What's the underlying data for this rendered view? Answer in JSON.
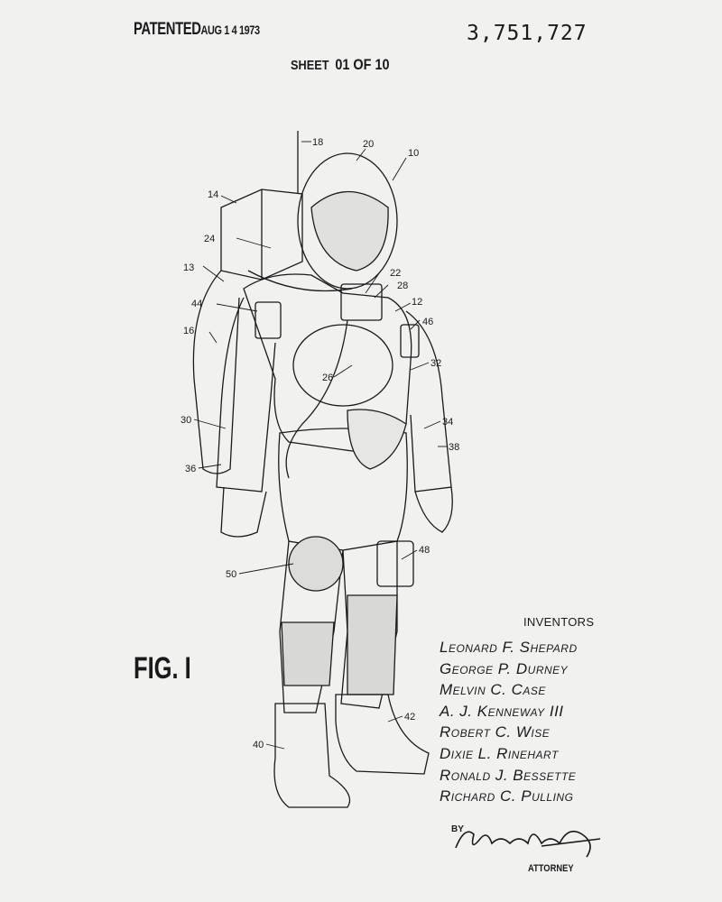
{
  "header": {
    "patented_label": "PATENTED",
    "patented_date": "AUG 1 4 1973",
    "patent_number": "3,751,727",
    "sheet_label": "SHEET",
    "sheet_number": "01 OF 10"
  },
  "figure": {
    "label": "FIG. I",
    "reference_numerals": [
      "18",
      "20",
      "10",
      "14",
      "24",
      "13",
      "22",
      "28",
      "12",
      "44",
      "46",
      "16",
      "26",
      "32",
      "30",
      "34",
      "38",
      "36",
      "48",
      "50",
      "42",
      "40"
    ]
  },
  "inventors": {
    "label": "INVENTORS",
    "names": [
      "Leonard F. Shepard",
      "George P. Durney",
      "Melvin C. Case",
      "A. J. Kenneway III",
      "Robert C. Wise",
      "Dixie L. Rinehart",
      "Ronald J. Bessette",
      "Richard C. Pulling"
    ]
  },
  "attorney": {
    "by_label": "BY",
    "signature": "Michael A. Sites Jr.",
    "label": "ATTORNEY"
  }
}
